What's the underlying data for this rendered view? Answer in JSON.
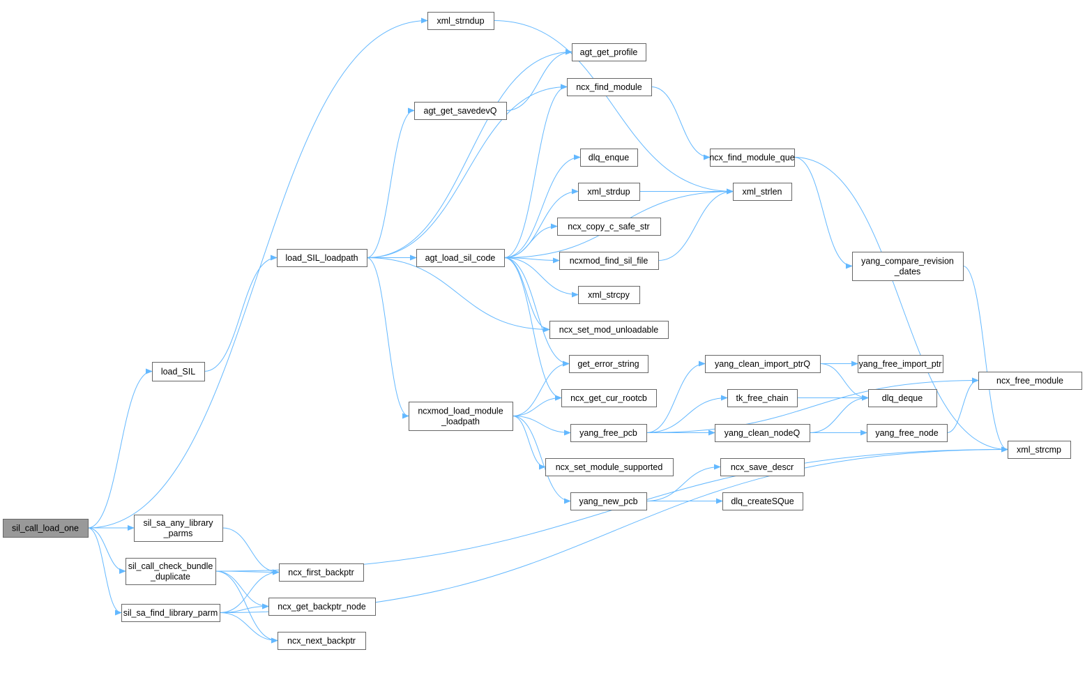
{
  "graph": {
    "root": "sil_call_load_one",
    "colors": {
      "edge": "#63b8ff",
      "root_fill": "#999999",
      "node_border": "#666666"
    },
    "nodes": [
      {
        "id": "sil_call_load_one",
        "lines": [
          "sil_call_load_one"
        ]
      },
      {
        "id": "sil_sa_any_library_parms",
        "lines": [
          "sil_sa_any_library",
          "_parms"
        ]
      },
      {
        "id": "sil_call_check_bundle_duplicate",
        "lines": [
          "sil_call_check_bundle",
          "_duplicate"
        ]
      },
      {
        "id": "sil_sa_find_library_parm",
        "lines": [
          "sil_sa_find_library_parm"
        ]
      },
      {
        "id": "ncx_first_backptr",
        "lines": [
          "ncx_first_backptr"
        ]
      },
      {
        "id": "ncx_get_backptr_node",
        "lines": [
          "ncx_get_backptr_node"
        ]
      },
      {
        "id": "ncx_next_backptr",
        "lines": [
          "ncx_next_backptr"
        ]
      },
      {
        "id": "load_SIL",
        "lines": [
          "load_SIL"
        ]
      },
      {
        "id": "load_SIL_loadpath",
        "lines": [
          "load_SIL_loadpath"
        ]
      },
      {
        "id": "xml_strndup",
        "lines": [
          "xml_strndup"
        ]
      },
      {
        "id": "agt_get_profile",
        "lines": [
          "agt_get_profile"
        ]
      },
      {
        "id": "agt_get_savedevQ",
        "lines": [
          "agt_get_savedevQ"
        ]
      },
      {
        "id": "ncx_find_module",
        "lines": [
          "ncx_find_module"
        ]
      },
      {
        "id": "dlq_enque",
        "lines": [
          "dlq_enque"
        ]
      },
      {
        "id": "xml_strdup",
        "lines": [
          "xml_strdup"
        ]
      },
      {
        "id": "ncx_copy_c_safe_str",
        "lines": [
          "ncx_copy_c_safe_str"
        ]
      },
      {
        "id": "ncxmod_find_sil_file",
        "lines": [
          "ncxmod_find_sil_file"
        ]
      },
      {
        "id": "xml_strcpy",
        "lines": [
          "xml_strcpy"
        ]
      },
      {
        "id": "ncx_set_mod_unloadable",
        "lines": [
          "ncx_set_mod_unloadable"
        ]
      },
      {
        "id": "get_error_string",
        "lines": [
          "get_error_string"
        ]
      },
      {
        "id": "ncx_get_cur_rootcb",
        "lines": [
          "ncx_get_cur_rootcb"
        ]
      },
      {
        "id": "agt_load_sil_code",
        "lines": [
          "agt_load_sil_code"
        ]
      },
      {
        "id": "ncxmod_load_module_loadpath",
        "lines": [
          "ncxmod_load_module",
          "_loadpath"
        ]
      },
      {
        "id": "yang_free_pcb",
        "lines": [
          "yang_free_pcb"
        ]
      },
      {
        "id": "ncx_set_module_supported",
        "lines": [
          "ncx_set_module_supported"
        ]
      },
      {
        "id": "yang_new_pcb",
        "lines": [
          "yang_new_pcb"
        ]
      },
      {
        "id": "ncx_find_module_que",
        "lines": [
          "ncx_find_module_que"
        ]
      },
      {
        "id": "xml_strlen",
        "lines": [
          "xml_strlen"
        ]
      },
      {
        "id": "yang_compare_revision_dates",
        "lines": [
          "yang_compare_revision",
          "_dates"
        ]
      },
      {
        "id": "yang_clean_import_ptrQ",
        "lines": [
          "yang_clean_import_ptrQ"
        ]
      },
      {
        "id": "yang_free_import_ptr",
        "lines": [
          "yang_free_import_ptr"
        ]
      },
      {
        "id": "tk_free_chain",
        "lines": [
          "tk_free_chain"
        ]
      },
      {
        "id": "dlq_deque",
        "lines": [
          "dlq_deque"
        ]
      },
      {
        "id": "yang_clean_nodeQ",
        "lines": [
          "yang_clean_nodeQ"
        ]
      },
      {
        "id": "yang_free_node",
        "lines": [
          "yang_free_node"
        ]
      },
      {
        "id": "ncx_free_module",
        "lines": [
          "ncx_free_module"
        ]
      },
      {
        "id": "xml_strcmp",
        "lines": [
          "xml_strcmp"
        ]
      },
      {
        "id": "ncx_save_descr",
        "lines": [
          "ncx_save_descr"
        ]
      },
      {
        "id": "dlq_createSQue",
        "lines": [
          "dlq_createSQue"
        ]
      }
    ],
    "edges": [
      [
        "sil_call_load_one",
        "xml_strndup"
      ],
      [
        "sil_call_load_one",
        "load_SIL"
      ],
      [
        "sil_call_load_one",
        "sil_sa_any_library_parms"
      ],
      [
        "sil_call_load_one",
        "sil_call_check_bundle_duplicate"
      ],
      [
        "sil_call_load_one",
        "sil_sa_find_library_parm"
      ],
      [
        "sil_sa_any_library_parms",
        "ncx_first_backptr"
      ],
      [
        "sil_call_check_bundle_duplicate",
        "ncx_first_backptr"
      ],
      [
        "sil_call_check_bundle_duplicate",
        "ncx_get_backptr_node"
      ],
      [
        "sil_call_check_bundle_duplicate",
        "ncx_next_backptr"
      ],
      [
        "sil_call_check_bundle_duplicate",
        "xml_strcmp"
      ],
      [
        "sil_sa_find_library_parm",
        "ncx_first_backptr"
      ],
      [
        "sil_sa_find_library_parm",
        "ncx_get_backptr_node"
      ],
      [
        "sil_sa_find_library_parm",
        "ncx_next_backptr"
      ],
      [
        "sil_sa_find_library_parm",
        "xml_strcmp"
      ],
      [
        "load_SIL",
        "load_SIL_loadpath"
      ],
      [
        "load_SIL_loadpath",
        "agt_get_profile"
      ],
      [
        "load_SIL_loadpath",
        "agt_get_savedevQ"
      ],
      [
        "load_SIL_loadpath",
        "ncx_find_module"
      ],
      [
        "load_SIL_loadpath",
        "agt_load_sil_code"
      ],
      [
        "load_SIL_loadpath",
        "ncx_set_mod_unloadable"
      ],
      [
        "load_SIL_loadpath",
        "ncxmod_load_module_loadpath"
      ],
      [
        "agt_get_savedevQ",
        "agt_get_profile"
      ],
      [
        "xml_strndup",
        "xml_strlen"
      ],
      [
        "agt_load_sil_code",
        "ncx_find_module"
      ],
      [
        "agt_load_sil_code",
        "xml_strlen"
      ],
      [
        "agt_load_sil_code",
        "dlq_enque"
      ],
      [
        "agt_load_sil_code",
        "xml_strdup"
      ],
      [
        "agt_load_sil_code",
        "ncx_copy_c_safe_str"
      ],
      [
        "agt_load_sil_code",
        "ncxmod_find_sil_file"
      ],
      [
        "agt_load_sil_code",
        "xml_strcpy"
      ],
      [
        "agt_load_sil_code",
        "ncx_set_mod_unloadable"
      ],
      [
        "agt_load_sil_code",
        "get_error_string"
      ],
      [
        "agt_load_sil_code",
        "ncx_get_cur_rootcb"
      ],
      [
        "ncx_find_module",
        "ncx_find_module_que"
      ],
      [
        "ncx_find_module_que",
        "yang_compare_revision_dates"
      ],
      [
        "ncx_find_module_que",
        "xml_strcmp"
      ],
      [
        "xml_strdup",
        "xml_strlen"
      ],
      [
        "ncxmod_find_sil_file",
        "xml_strlen"
      ],
      [
        "yang_compare_revision_dates",
        "xml_strcmp"
      ],
      [
        "ncxmod_load_module_loadpath",
        "get_error_string"
      ],
      [
        "ncxmod_load_module_loadpath",
        "ncx_get_cur_rootcb"
      ],
      [
        "ncxmod_load_module_loadpath",
        "yang_free_pcb"
      ],
      [
        "ncxmod_load_module_loadpath",
        "ncx_set_module_supported"
      ],
      [
        "ncxmod_load_module_loadpath",
        "yang_new_pcb"
      ],
      [
        "yang_free_pcb",
        "ncx_free_module"
      ],
      [
        "yang_free_pcb",
        "yang_clean_import_ptrQ"
      ],
      [
        "yang_free_pcb",
        "tk_free_chain"
      ],
      [
        "yang_free_pcb",
        "yang_clean_nodeQ"
      ],
      [
        "yang_clean_import_ptrQ",
        "yang_free_import_ptr"
      ],
      [
        "yang_clean_import_ptrQ",
        "dlq_deque"
      ],
      [
        "tk_free_chain",
        "dlq_deque"
      ],
      [
        "yang_clean_nodeQ",
        "dlq_deque"
      ],
      [
        "yang_clean_nodeQ",
        "yang_free_node"
      ],
      [
        "yang_free_node",
        "ncx_free_module"
      ],
      [
        "yang_new_pcb",
        "ncx_save_descr"
      ],
      [
        "yang_new_pcb",
        "dlq_createSQue"
      ]
    ]
  }
}
